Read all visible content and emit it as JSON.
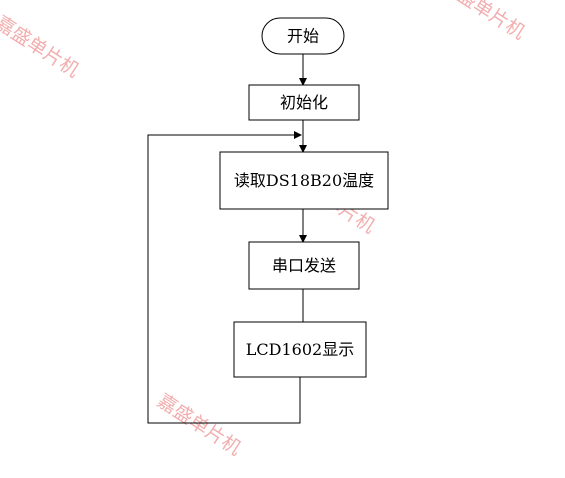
{
  "nodes": {
    "start": "开始",
    "init": "初始化",
    "read_temp": "读取DS18B20温度",
    "serial_send": "串口发送",
    "lcd_display": "LCD1602显示"
  },
  "watermark": "嘉盛单片机",
  "colors": {
    "line": "#000000",
    "watermark": "#f0a0a0",
    "background": "#ffffff"
  }
}
